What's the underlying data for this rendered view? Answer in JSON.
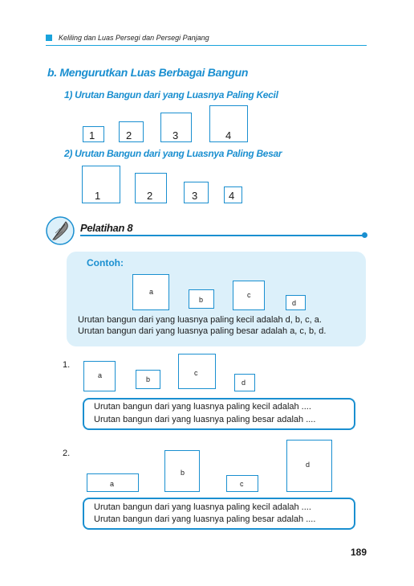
{
  "header": {
    "running_title": "Keliling dan Luas Persegi dan Persegi Panjang"
  },
  "section": {
    "title": "b.  Mengurutkan Luas Berbagai Bangun",
    "sub1": "1)  Urutan Bangun dari yang Luasnya Paling Kecil",
    "sub1_labels": [
      "1",
      "2",
      "3",
      "4"
    ],
    "sub2": "2)  Urutan Bangun dari yang Luasnya Paling Besar",
    "sub2_labels": [
      "1",
      "2",
      "3",
      "4"
    ]
  },
  "pelatihan": {
    "title": "Pelatihan 8"
  },
  "contoh": {
    "title": "Contoh:",
    "labels": [
      "a",
      "b",
      "c",
      "d"
    ],
    "line1": "Urutan bangun dari yang luasnya paling kecil adalah d, b, c, a.",
    "line2": "Urutan bangun dari yang luasnya paling besar adalah a, c, b, d."
  },
  "q1": {
    "number": "1.",
    "labels": [
      "a",
      "b",
      "c",
      "d"
    ],
    "line1": "Urutan bangun dari yang luasnya paling kecil adalah ....",
    "line2": "Urutan bangun dari yang luasnya paling besar adalah ...."
  },
  "q2": {
    "number": "2.",
    "labels": [
      "a",
      "b",
      "c",
      "d"
    ],
    "line1": "Urutan bangun dari yang luasnya paling kecil adalah ....",
    "line2": "Urutan bangun dari yang luasnya paling besar adalah ...."
  },
  "page_number": "189"
}
